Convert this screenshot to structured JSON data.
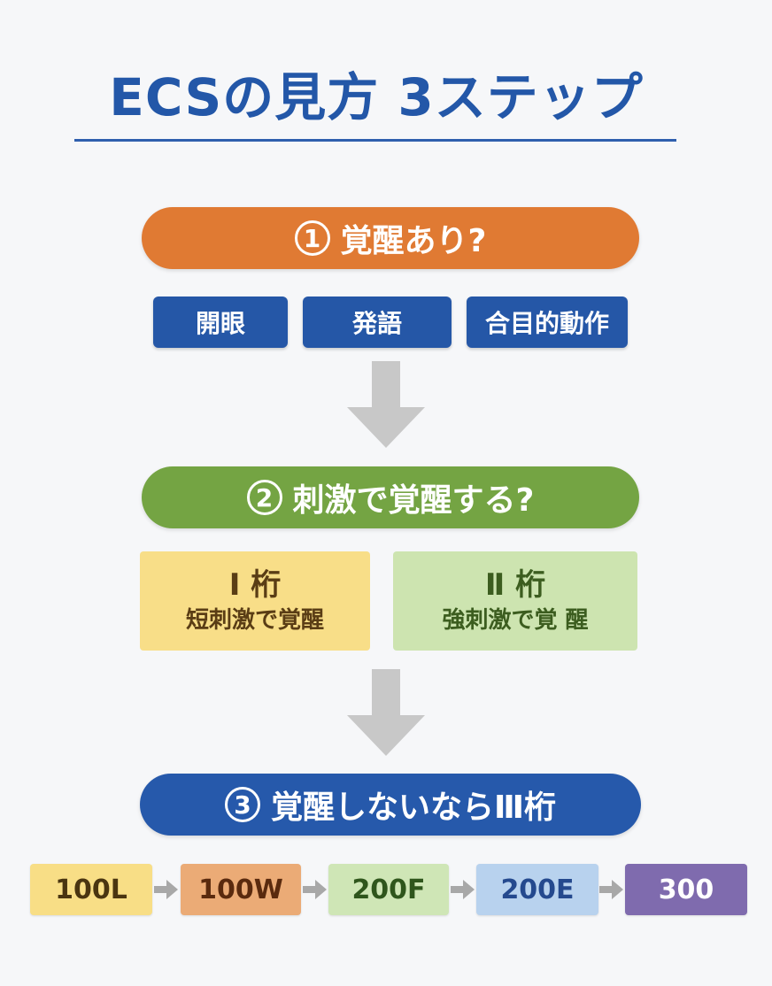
{
  "title": "ECSの見方 3ステップ",
  "step1": {
    "number": "1",
    "label": "覚醒あり?"
  },
  "step1_signs": [
    "開眼",
    "発語",
    "合目的動作"
  ],
  "step2": {
    "number": "2",
    "label": "刺激で覚醒する?"
  },
  "level1": {
    "digit": "Ⅰ 桁",
    "desc": "短刺激で覚醒"
  },
  "level2": {
    "digit": "Ⅱ 桁",
    "desc": "強刺激で覚 醒"
  },
  "step3": {
    "number": "3",
    "label": "覚醒しないならⅢ桁"
  },
  "codes": [
    "100L",
    "100W",
    "200F",
    "200E",
    "300"
  ],
  "colors": {
    "title": "#2357a8",
    "step1": "#e07a33",
    "step2": "#74a443",
    "step3": "#2659ab",
    "chip": "#2557a7",
    "arrow": "#c8c8c8",
    "code_100L": "#f8de86",
    "code_100W": "#ebab76",
    "code_200F": "#cfe6b6",
    "code_200E": "#b8d2ee",
    "code_300": "#7f6bae"
  }
}
